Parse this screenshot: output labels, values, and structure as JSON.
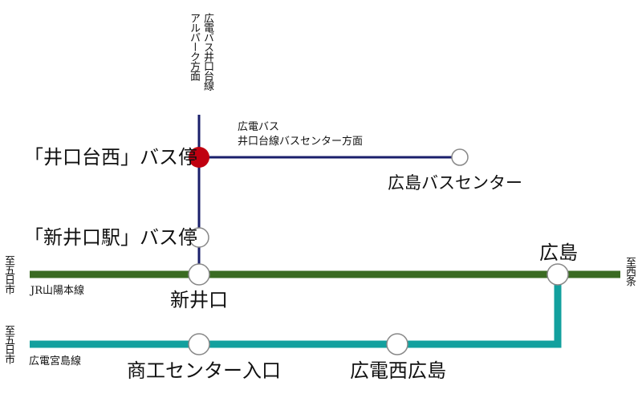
{
  "colors": {
    "bus": "#1a1f6b",
    "jr": "#3a6b22",
    "tram": "#12a09e",
    "current": "#c00010",
    "station_fill": "#ffffff",
    "station_stroke": "#888888"
  },
  "bus_line": {
    "north_direction": [
      "広電バス井口台線",
      "アルパーク方面"
    ],
    "east_direction": [
      "広電バス",
      "井口台線バスセンター方面"
    ]
  },
  "stations": {
    "current_stop": "「井口台西」バス停",
    "bus_center": "広島バスセンター",
    "shin_inokuchi_stop": "「新井口駅」バス停",
    "shin_inokuchi": "新井口",
    "hiroshima": "広島",
    "shoko_center": "商工センター入口",
    "hiroden_nishi_hiroshima": "広電西広島"
  },
  "lines": {
    "jr": {
      "name": "JR山陽本線",
      "west": "至五日市",
      "east": "至西条"
    },
    "tram": {
      "name": "広電宮島線",
      "west": "至五日市"
    }
  }
}
